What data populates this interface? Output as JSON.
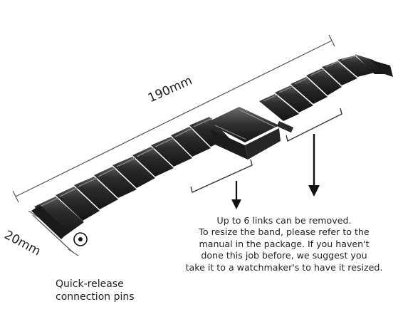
{
  "diagram": {
    "length_label": "190mm",
    "width_label": "20mm",
    "removal_note": {
      "lines": [
        "Up to 6 links can be removed.",
        "To resize the band, please refer to the",
        "manual in the package. If you haven't",
        "done this job before, we suggest you",
        "take it to a watchmaker's to have it resized."
      ]
    },
    "pins_label": {
      "lines": [
        "Quick-release",
        "connection pins"
      ]
    },
    "colors": {
      "band_dark": "#1f1f1f",
      "band_mid": "#3a3a3a",
      "band_highlight": "#8a8a8a",
      "dimension_line": "#555555",
      "arrow": "#111111"
    }
  }
}
